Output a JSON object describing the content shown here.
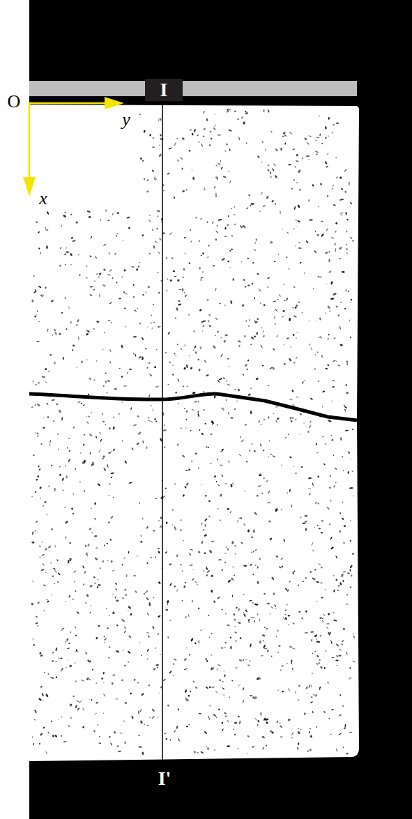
{
  "diagram": {
    "labels": [
      "O",
      "y",
      "x",
      "I",
      "I'"
    ]
  }
}
